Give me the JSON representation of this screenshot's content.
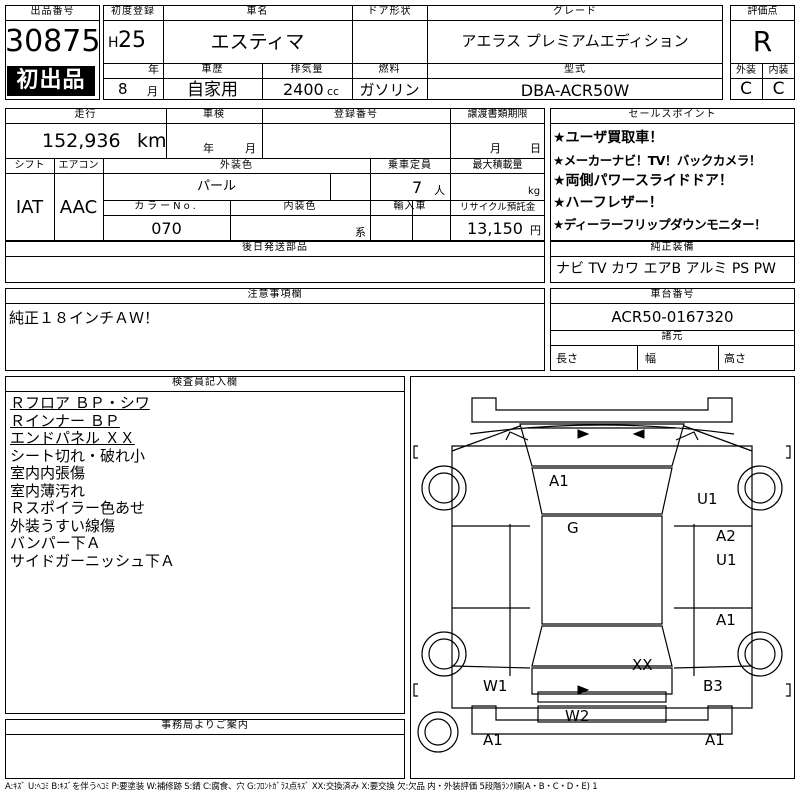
{
  "header": {
    "lot_label": "出品番号",
    "lot_number": "30875",
    "first_listing": "初出品",
    "first_reg_label": "初度登録",
    "era": "H",
    "year": "25",
    "year_unit": "年",
    "month": "8",
    "month_unit": "月",
    "car_name_label": "車名",
    "car_name": "エスティマ",
    "door_label": "ドア形状",
    "door_value": "",
    "grade_label": "グレード",
    "grade": "アエラス プレミアムエディション",
    "score_label": "評価点",
    "score": "R",
    "history_label": "車歴",
    "history": "自家用",
    "displacement_label": "排気量",
    "displacement": "2400",
    "displacement_unit": "cc",
    "fuel_label": "燃料",
    "fuel": "ガソリン",
    "model_label": "型式",
    "model": "DBA-ACR50W",
    "exterior_label": "外装",
    "exterior_grade": "C",
    "interior_label": "内装",
    "interior_grade": "C"
  },
  "row2": {
    "mileage_label": "走行",
    "mileage": "152,936",
    "mileage_unit": "km",
    "inspection_label": "車検",
    "insp_year_unit": "年",
    "insp_month_unit": "月",
    "reg_no_label": "登録番号",
    "reg_no": "",
    "transfer_label": "譲渡書類期限",
    "transfer_month_unit": "月",
    "transfer_day_unit": "日",
    "shift_label": "シフト",
    "shift": "IAT",
    "ac_label": "エアコン",
    "ac": "AAC",
    "ext_color_label": "外装色",
    "ext_color": "パール",
    "capacity_label": "乗車定員",
    "capacity": "7",
    "capacity_unit": "人",
    "max_load_label": "最大積載量",
    "max_load_unit": "kg",
    "color_no_label": "カラーNo.",
    "color_no": "070",
    "int_color_label": "内装色",
    "int_color_unit": "系",
    "import_label": "輸入車",
    "recycle_label": "リサイクル預託金",
    "recycle": "13,150",
    "recycle_unit": "円",
    "later_parts_label": "後日発送部品"
  },
  "selling_points": {
    "label": "セールスポイント",
    "items": [
      "★ユーザ買取車！",
      "★メーカーナビ！TV！バックカメラ！",
      "★両側パワースライドドア！",
      "★ハーフレザー！",
      "★ディーラーフリップダウンモニター！"
    ]
  },
  "equipment": {
    "label": "純正装備",
    "value": "ナビ TV カワ エアB アルミ PS PW"
  },
  "notes": {
    "label": "注意事項欄",
    "value": "純正１８インチＡＷ！"
  },
  "chassis": {
    "label": "車台番号",
    "value": "ACR50-0167320",
    "dims_label": "諸元",
    "length_label": "長さ",
    "width_label": "幅",
    "height_label": "高さ"
  },
  "inspector": {
    "label": "検査員記入欄",
    "lines": [
      "Ｒフロア ＢＰ・シワ",
      "Ｒインナー ＢＰ",
      "エンドパネル ＸＸ",
      "シート切れ・破れ小",
      "室内内張傷",
      "室内薄汚れ",
      "Ｒスポイラー色あせ",
      "外装うすい線傷",
      "バンパー下Ａ",
      "サイドガーニッシュ下Ａ"
    ]
  },
  "office": {
    "label": "事務局よりご案内"
  },
  "diagram_marks": [
    "A1",
    "U1",
    "G",
    "A2",
    "U1",
    "A1",
    "XX",
    "W1",
    "B3",
    "W2",
    "A1",
    "A1"
  ],
  "footer": "A:ｷｽﾞ U:ﾍｺﾐ B:ｷｽﾞを伴うﾍｺﾐ P:要塗装 W:補修跡 S:錆 C:腐食、穴 G:ﾌﾛﾝﾄｶﾞﾗｽ点ｷｽﾞ XX:交換済み X:要交換 欠:欠品 内・外装評価 5段階ﾗﾝｸ順(A・B・C・D・E) 1"
}
